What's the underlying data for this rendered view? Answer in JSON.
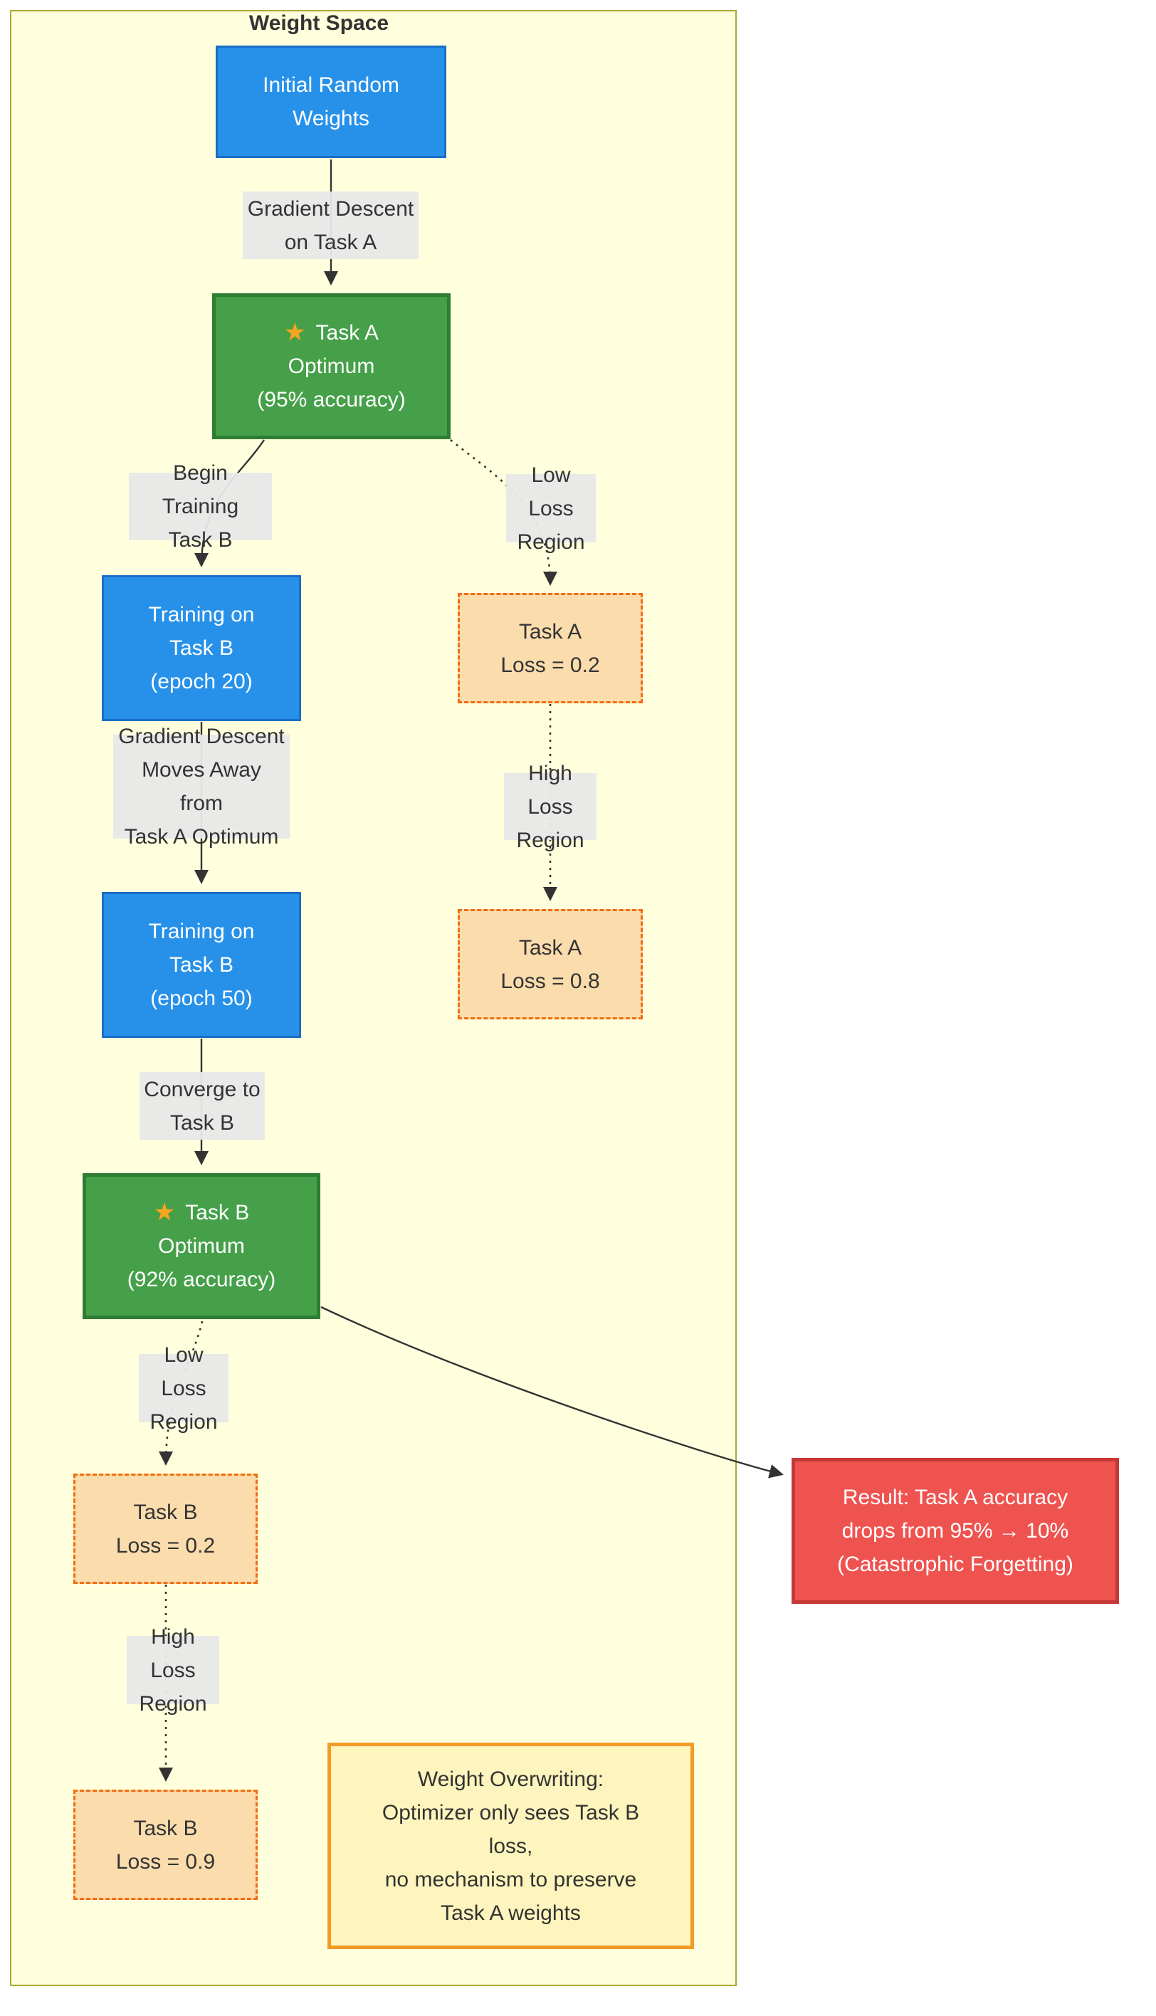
{
  "diagram": {
    "title": "Weight Space",
    "colors": {
      "container_bg": "#ffffde",
      "container_border": "#aaaa33",
      "process_fill": "#2791e9",
      "process_border": "#1a6ec5",
      "optimum_fill": "#45a049",
      "optimum_border": "#2e7d32",
      "loss_fill": "#fbdcad",
      "loss_border": "#f26d0c",
      "note_fill": "#fdf5bd",
      "note_border": "#f39a27",
      "result_fill": "#ee534f",
      "result_border": "#c43836",
      "edge_label_bg": "#e8e8e8",
      "edge_color": "#333333",
      "star_color": "#f5a623"
    },
    "nodes": {
      "initial": {
        "lines": [
          "Initial Random",
          "Weights"
        ]
      },
      "task_a_optimum": {
        "star": "★",
        "line1": "Task A",
        "line2": "Optimum",
        "line3": "(95% accuracy)"
      },
      "train_b_20": {
        "lines": [
          "Training on",
          "Task B",
          "(epoch 20)"
        ]
      },
      "task_a_loss_02": {
        "lines": [
          "Task A",
          "Loss = 0.2"
        ]
      },
      "train_b_50": {
        "lines": [
          "Training on",
          "Task B",
          "(epoch 50)"
        ]
      },
      "task_a_loss_08": {
        "lines": [
          "Task A",
          "Loss = 0.8"
        ]
      },
      "task_b_optimum": {
        "star": "★",
        "line1": "Task B",
        "line2": "Optimum",
        "line3": "(92% accuracy)"
      },
      "task_b_loss_02": {
        "lines": [
          "Task B",
          "Loss = 0.2"
        ]
      },
      "task_b_loss_09": {
        "lines": [
          "Task B",
          "Loss = 0.9"
        ]
      }
    },
    "edge_labels": {
      "gd_task_a": {
        "lines": [
          "Gradient Descent",
          "on Task A"
        ]
      },
      "begin_training_b": {
        "lines": [
          "Begin Training",
          "Task B"
        ]
      },
      "low_loss_region_a": {
        "lines": [
          "Low Loss",
          "Region"
        ]
      },
      "gd_moves_away": {
        "lines": [
          "Gradient Descent",
          "Moves Away from",
          "Task A Optimum"
        ]
      },
      "high_loss_region_a": {
        "lines": [
          "High Loss",
          "Region"
        ]
      },
      "converge_b": {
        "lines": [
          "Converge to",
          "Task B"
        ]
      },
      "low_loss_region_b": {
        "lines": [
          "Low Loss",
          "Region"
        ]
      },
      "high_loss_region_b": {
        "lines": [
          "High Loss",
          "Region"
        ]
      }
    },
    "note": {
      "lines": [
        "Weight Overwriting:",
        "Optimizer only sees Task B",
        "loss,",
        "no mechanism to preserve",
        "Task A weights"
      ]
    },
    "result": {
      "lines": [
        "Result: Task A accuracy",
        "drops from 95% → 10%",
        "(Catastrophic Forgetting)"
      ]
    }
  }
}
